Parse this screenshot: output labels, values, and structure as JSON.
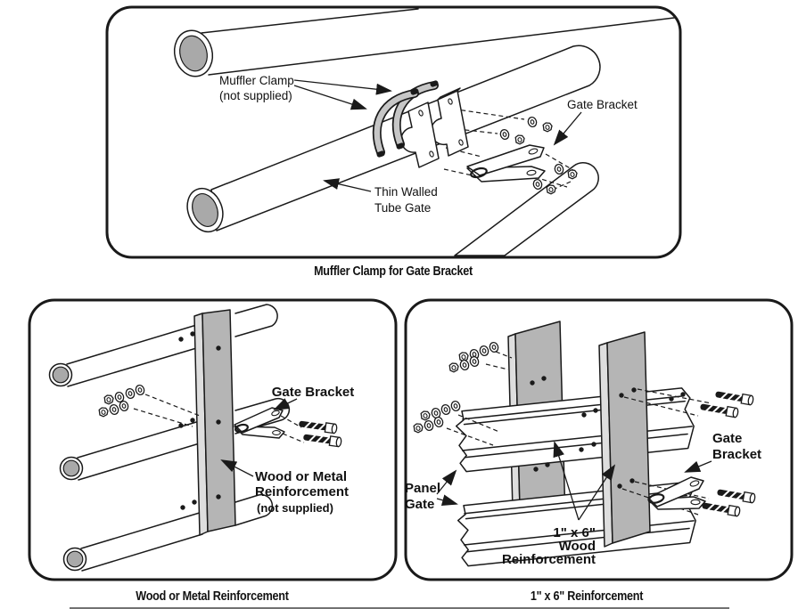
{
  "colors": {
    "line": "#1a1a1a",
    "tube_gray": "#a9a9a9",
    "board_gray": "#b5b5b5",
    "board_edge": "#dedede",
    "ubolt_gray": "#c6c6c6",
    "text": "#111111"
  },
  "panel_muffler": {
    "caption": "Muffler Clamp for Gate Bracket",
    "label_muffler_clamp_line1": "Muffler Clamp",
    "label_muffler_clamp_line2": "(not supplied)",
    "label_gate_bracket": "Gate Bracket",
    "label_tube_line1": "Thin Walled",
    "label_tube_line2": "Tube Gate"
  },
  "panel_wood_metal": {
    "caption": "Wood or Metal Reinforcement",
    "label_gate_bracket": "Gate Bracket",
    "label_reinforcement_line1": "Wood or Metal",
    "label_reinforcement_line2": "Reinforcement",
    "label_not_supplied": "(not supplied)"
  },
  "panel_1x6": {
    "caption": "1\" x 6\" Reinforcement",
    "label_panel_gate_line1": "Panel",
    "label_panel_gate_line2": "Gate",
    "label_gate_bracket_line1": "Gate",
    "label_gate_bracket_line2": "Bracket",
    "label_reinforcement_line1": "1\" x 6\"",
    "label_reinforcement_line2": "Wood",
    "label_reinforcement_line3": "Reinforcement"
  }
}
